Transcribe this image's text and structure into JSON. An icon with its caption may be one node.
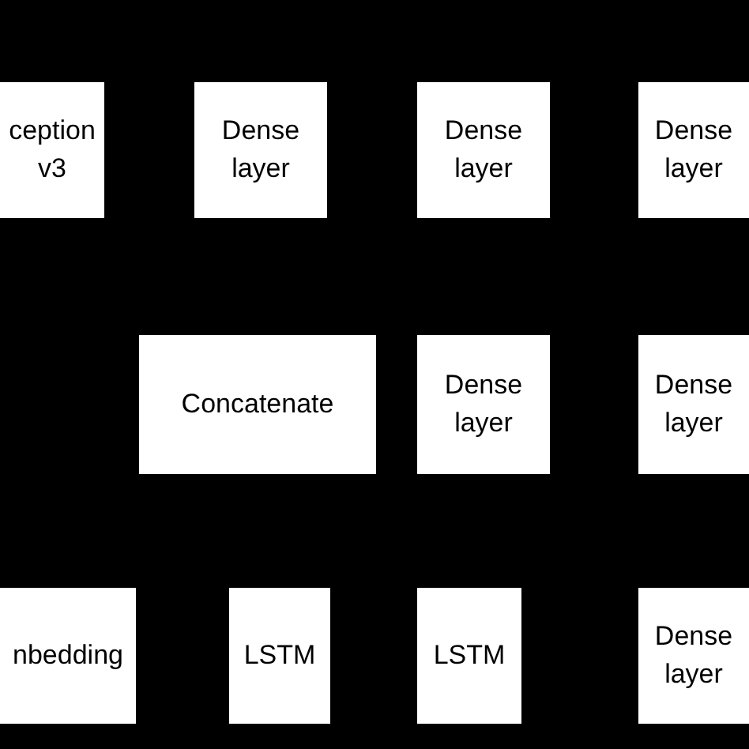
{
  "diagram": {
    "nodes": [
      {
        "text": [
          "ception v3"
        ]
      },
      {
        "text": [
          "Dense layer"
        ]
      },
      {
        "text": [
          "Dense layer"
        ]
      },
      {
        "text": [
          "Dense layer"
        ]
      },
      {
        "text": [
          "Concatenate"
        ]
      },
      {
        "text": [
          "Dense layer"
        ]
      },
      {
        "text": [
          "Dense layer"
        ]
      },
      {
        "text": [
          "nbedding"
        ]
      },
      {
        "text": [
          "LSTM"
        ]
      },
      {
        "text": [
          "LSTM"
        ]
      },
      {
        "text": [
          "Dense layer"
        ]
      }
    ]
  }
}
